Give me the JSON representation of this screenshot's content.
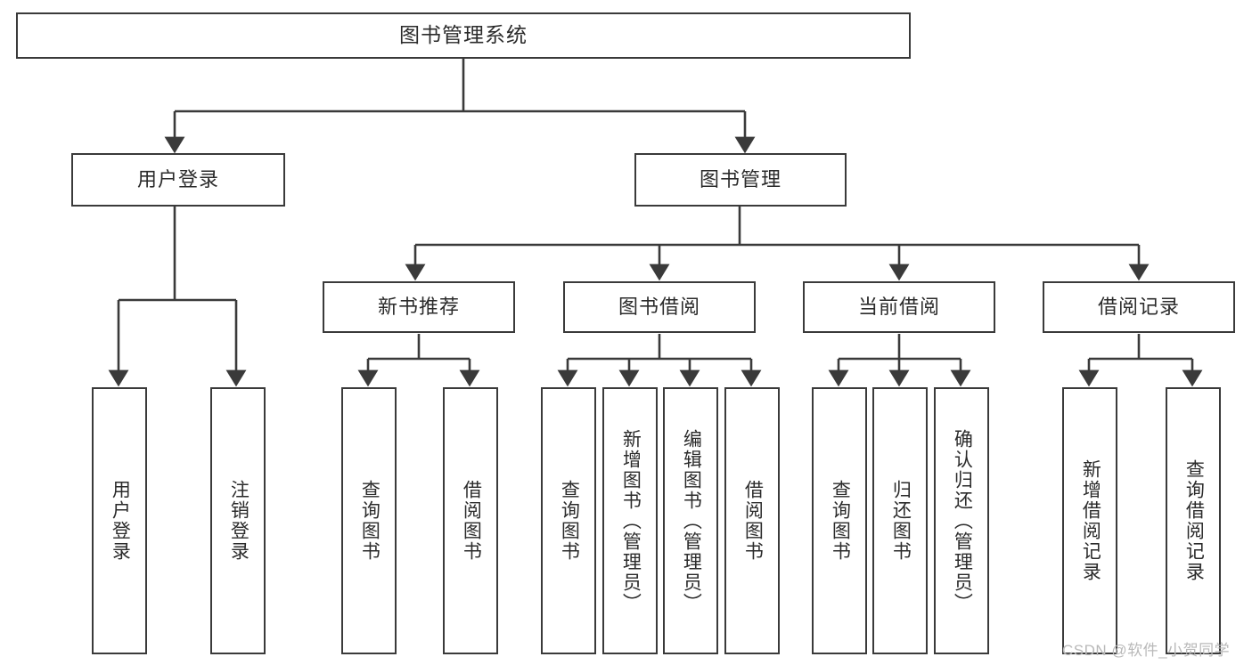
{
  "diagram": {
    "title": "图书管理系统",
    "type": "hierarchy-tree",
    "levels": 4
  },
  "root": {
    "label": "图书管理系统"
  },
  "level2": [
    {
      "label": "用户登录"
    },
    {
      "label": "图书管理"
    }
  ],
  "level3": [
    {
      "label": "新书推荐"
    },
    {
      "label": "图书借阅"
    },
    {
      "label": "当前借阅"
    },
    {
      "label": "借阅记录"
    }
  ],
  "leaves": {
    "user_login": [
      {
        "label": "用户登录"
      },
      {
        "label": "注销登录"
      }
    ],
    "new_book_recommend": [
      {
        "label": "查询图书"
      },
      {
        "label": "借阅图书"
      }
    ],
    "book_borrow": [
      {
        "label": "查询图书"
      },
      {
        "label": "新增图书（管理员）"
      },
      {
        "label": "编辑图书（管理员）"
      },
      {
        "label": "借阅图书"
      }
    ],
    "current_borrow": [
      {
        "label": "查询图书"
      },
      {
        "label": "归还图书"
      },
      {
        "label": "确认归还（管理员）"
      }
    ],
    "borrow_records": [
      {
        "label": "新增借阅记录"
      },
      {
        "label": "查询借阅记录"
      }
    ]
  },
  "watermark": {
    "text": "CSDN @软件_小贺同学"
  },
  "colors": {
    "border": "#3a3a3a",
    "text": "#2b2b2b",
    "background": "#ffffff",
    "watermark": "#b9b9b9"
  }
}
